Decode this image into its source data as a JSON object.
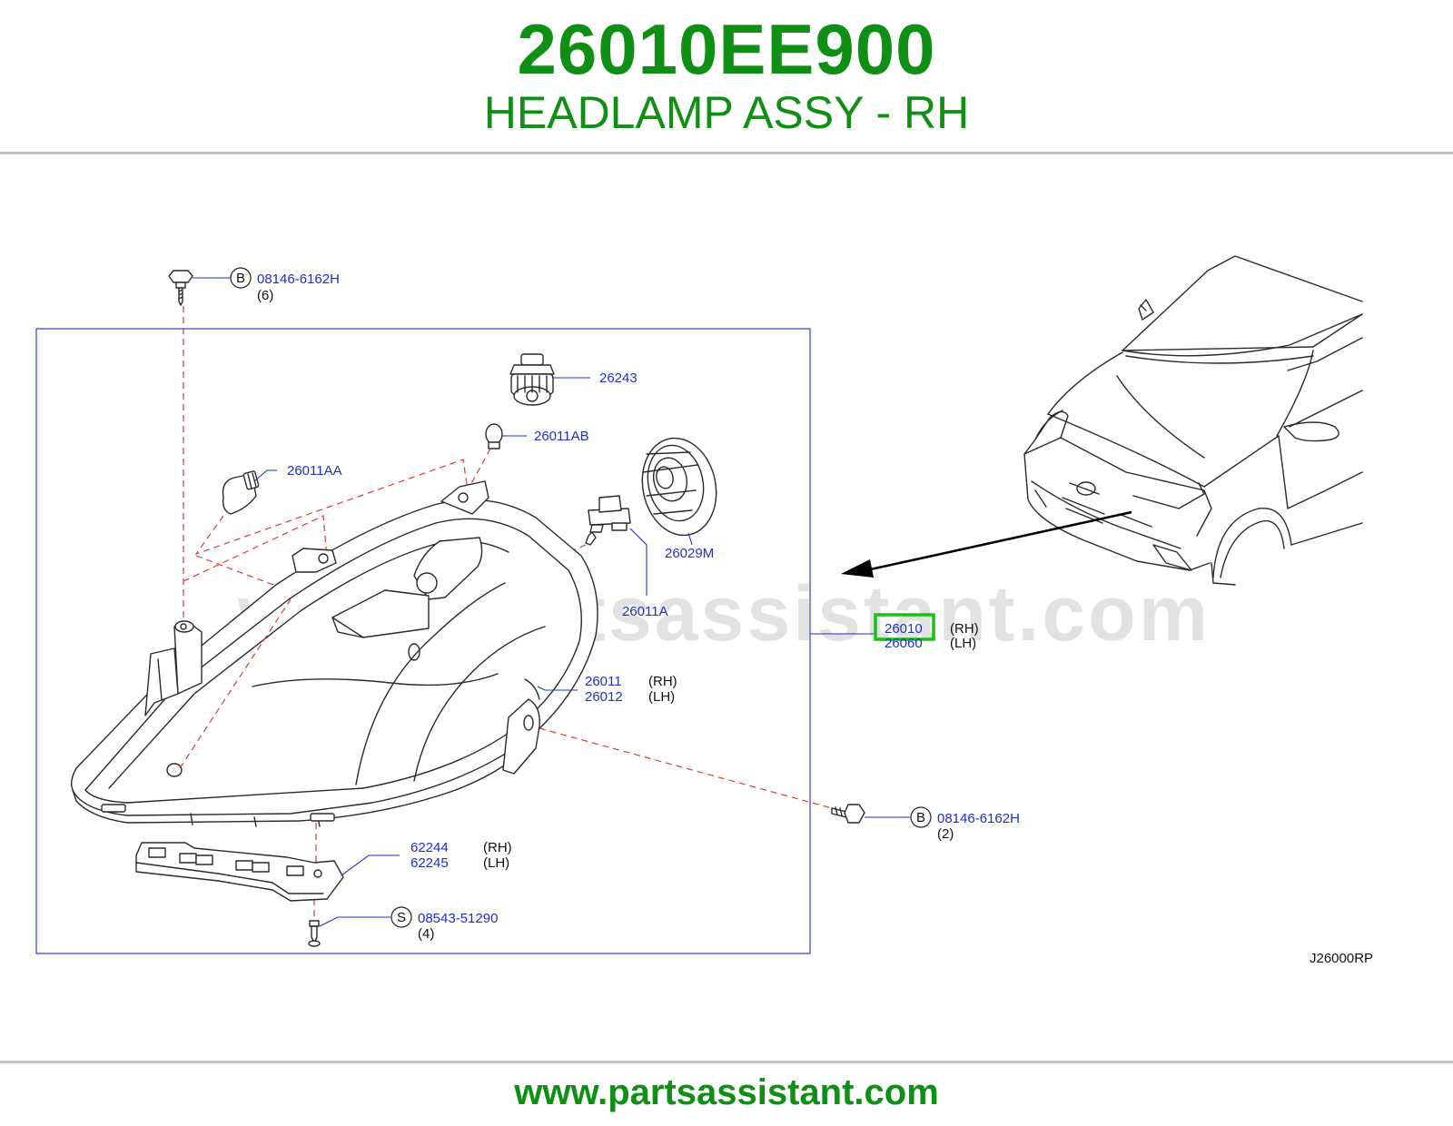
{
  "header": {
    "part_number": "26010EE900",
    "part_name": "HEADLAMP ASSY - RH"
  },
  "footer": {
    "url": "www.partsassistant.com"
  },
  "watermark": "www.partsassistant.com",
  "diagram_code": "J26000RP",
  "colors": {
    "title_green": "#0f8f14",
    "part_label_blue": "#1f2fcf",
    "highlight_green": "#18c018",
    "dashed_red": "#e03a3a"
  },
  "callouts": {
    "bolt_top": {
      "badge": "B",
      "number": "08146-6162H",
      "qty": "(6)"
    },
    "socket": {
      "number": "26243"
    },
    "bulb_small_ab": {
      "number": "26011AB"
    },
    "bulb_aa": {
      "number": "26011AA"
    },
    "cap": {
      "number": "26029M"
    },
    "bulb_a": {
      "number": "26011A"
    },
    "assembly": {
      "number_rh": "26010",
      "side_rh": "(RH)",
      "number_lh": "26060",
      "side_lh": "(LH)"
    },
    "housing": {
      "number_rh": "26011",
      "side_rh": "(RH)",
      "number_lh": "26012",
      "side_lh": "(LH)"
    },
    "bolt_right": {
      "badge": "B",
      "number": "08146-6162H",
      "qty": "(2)"
    },
    "bracket": {
      "number_rh": "62244",
      "side_rh": "(RH)",
      "number_lh": "62245",
      "side_lh": "(LH)"
    },
    "screw": {
      "badge": "S",
      "number": "08543-51290",
      "qty": "(4)"
    }
  }
}
